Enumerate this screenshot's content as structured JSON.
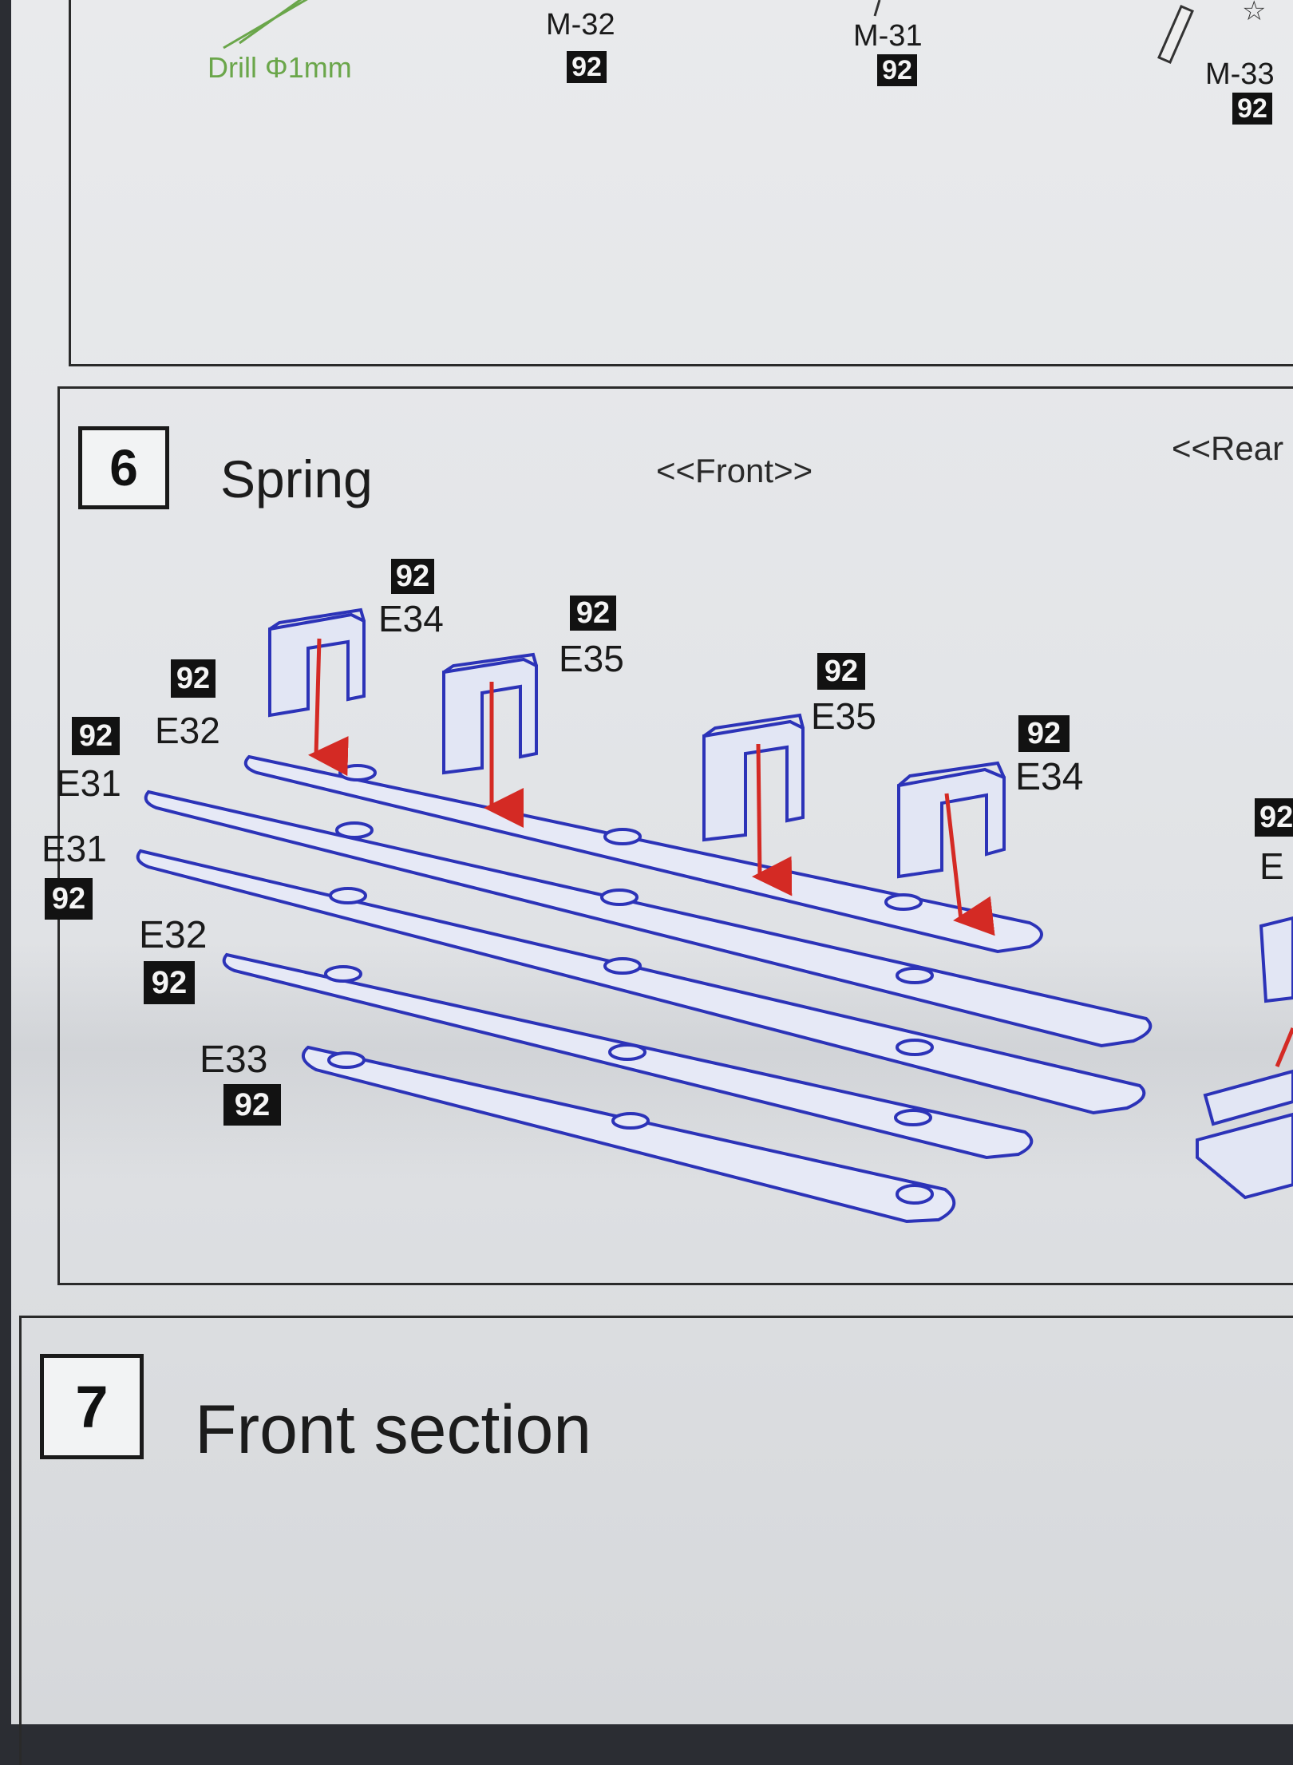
{
  "top_section": {
    "drill_label": "Drill Φ1mm",
    "parts": [
      {
        "code": "M-32",
        "tag": "92"
      },
      {
        "code": "M-31",
        "tag": "92"
      },
      {
        "code": "M-33",
        "tag": "92"
      }
    ],
    "star_glyph": "☆"
  },
  "step6": {
    "number": "6",
    "title": "Spring",
    "front_label": "<<Front>>",
    "rear_label": "<<Rear",
    "parts": {
      "e34_left": {
        "tag": "92",
        "code": "E34"
      },
      "e35_left": {
        "tag": "92",
        "code": "E35"
      },
      "e35_right": {
        "tag": "92",
        "code": "E35"
      },
      "e34_right": {
        "tag": "92",
        "code": "E34"
      },
      "e32_top": {
        "tag": "92",
        "code": "E32"
      },
      "e31_top": {
        "tag": "92",
        "code": "E31"
      },
      "e31_bottom": {
        "tag": "92",
        "code": "E31"
      },
      "e32_bottom": {
        "tag": "92",
        "code": "E32"
      },
      "e33": {
        "tag": "92",
        "code": "E33"
      },
      "rear_partial": {
        "tag": "92",
        "code": "E"
      }
    },
    "colors": {
      "part_line": "#2c33b8",
      "arrow": "#d42a24"
    }
  },
  "step7": {
    "number": "7",
    "title": "Front section"
  }
}
